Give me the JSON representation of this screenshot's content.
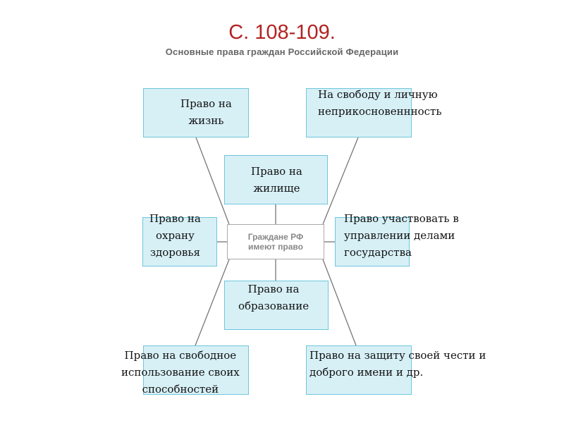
{
  "header": {
    "title": "С. 108-109.",
    "subtitle": "Основные права граждан Российской Федерации"
  },
  "diagram": {
    "center": {
      "line1": "Граждане РФ",
      "line2": "имеют право"
    },
    "nodes": {
      "life": {
        "lines": [
          "Право на",
          "жизнь"
        ]
      },
      "freedom": {
        "lines": [
          "На свободу и личную",
          "неприкосновеннность"
        ]
      },
      "housing": {
        "lines": [
          "Право  на",
          "жилище"
        ]
      },
      "health": {
        "lines": [
          "Право на",
          "охрану",
          "здоровья"
        ]
      },
      "governance": {
        "lines": [
          "Право участвовать в",
          "управлении делами",
          "государства"
        ]
      },
      "education": {
        "lines": [
          "Право на",
          "образование"
        ]
      },
      "abilities": {
        "lines": [
          "Право на свободное",
          "использование своих",
          "способностей"
        ]
      },
      "honor": {
        "lines": [
          "Право на защиту своей чести и",
          "доброго имени и др."
        ]
      }
    },
    "colors": {
      "box_fill": "#d7f0f6",
      "box_border": "#6fc6dc",
      "title": "#b22222",
      "line": "#777777"
    }
  }
}
